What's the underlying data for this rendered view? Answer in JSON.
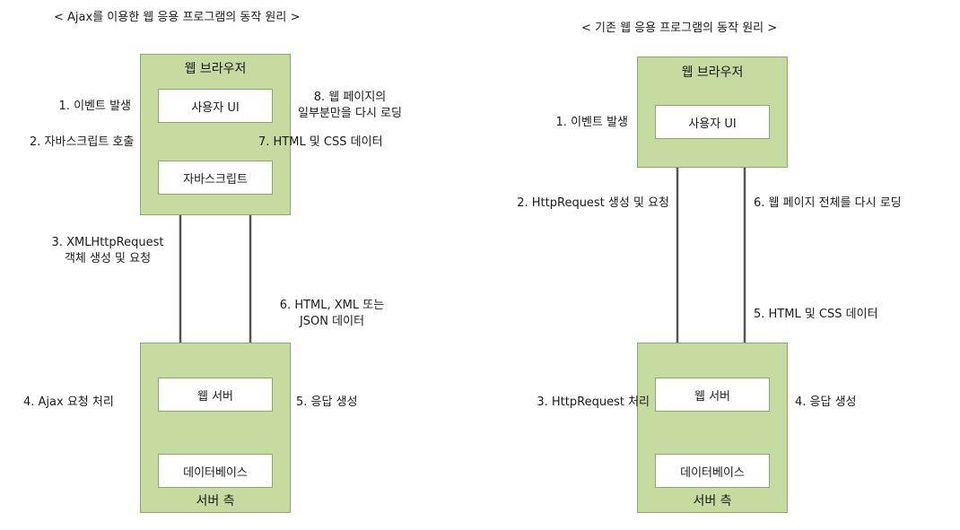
{
  "left": {
    "title": "< Ajax를 이용한 웹 응용 프로그램의 동작 원리 >",
    "browser_label": "웹 브라우저",
    "server_label": "서버 측",
    "box_ui": "사용자 UI",
    "box_js": "자바스크립트",
    "box_web": "웹 서버",
    "box_db": "데이터베이스",
    "step1": "1. 이벤트 발생",
    "step2": "2. 자바스크립트 호출",
    "step3_line1": "3. XMLHttpRequest",
    "step3_line2": "객체 생성 및 요청",
    "step4": "4. Ajax 요청 처리",
    "step5": "5. 응답 생성",
    "step6_line1": "6. HTML, XML 또는",
    "step6_line2": "JSON 데이터",
    "step7": "7. HTML 및 CSS 데이터",
    "step8_line1": "8. 웹 페이지의",
    "step8_line2": "일부분만을 다시 로딩"
  },
  "right": {
    "title": "< 기존 웹 응용 프로그램의 동작 원리 >",
    "browser_label": "웹 브라우저",
    "server_label": "서버 측",
    "box_ui": "사용자 UI",
    "box_web": "웹 서버",
    "box_db": "데이터베이스",
    "step1": "1. 이벤트 발생",
    "step2": "2. HttpRequest 생성 및 요청",
    "step3": "3. HttpRequest 처리",
    "step4": "4. 응답 생성",
    "step5": "5. HTML 및 CSS 데이터",
    "step6": "6. 웹 페이지 전체를 다시 로딩"
  }
}
